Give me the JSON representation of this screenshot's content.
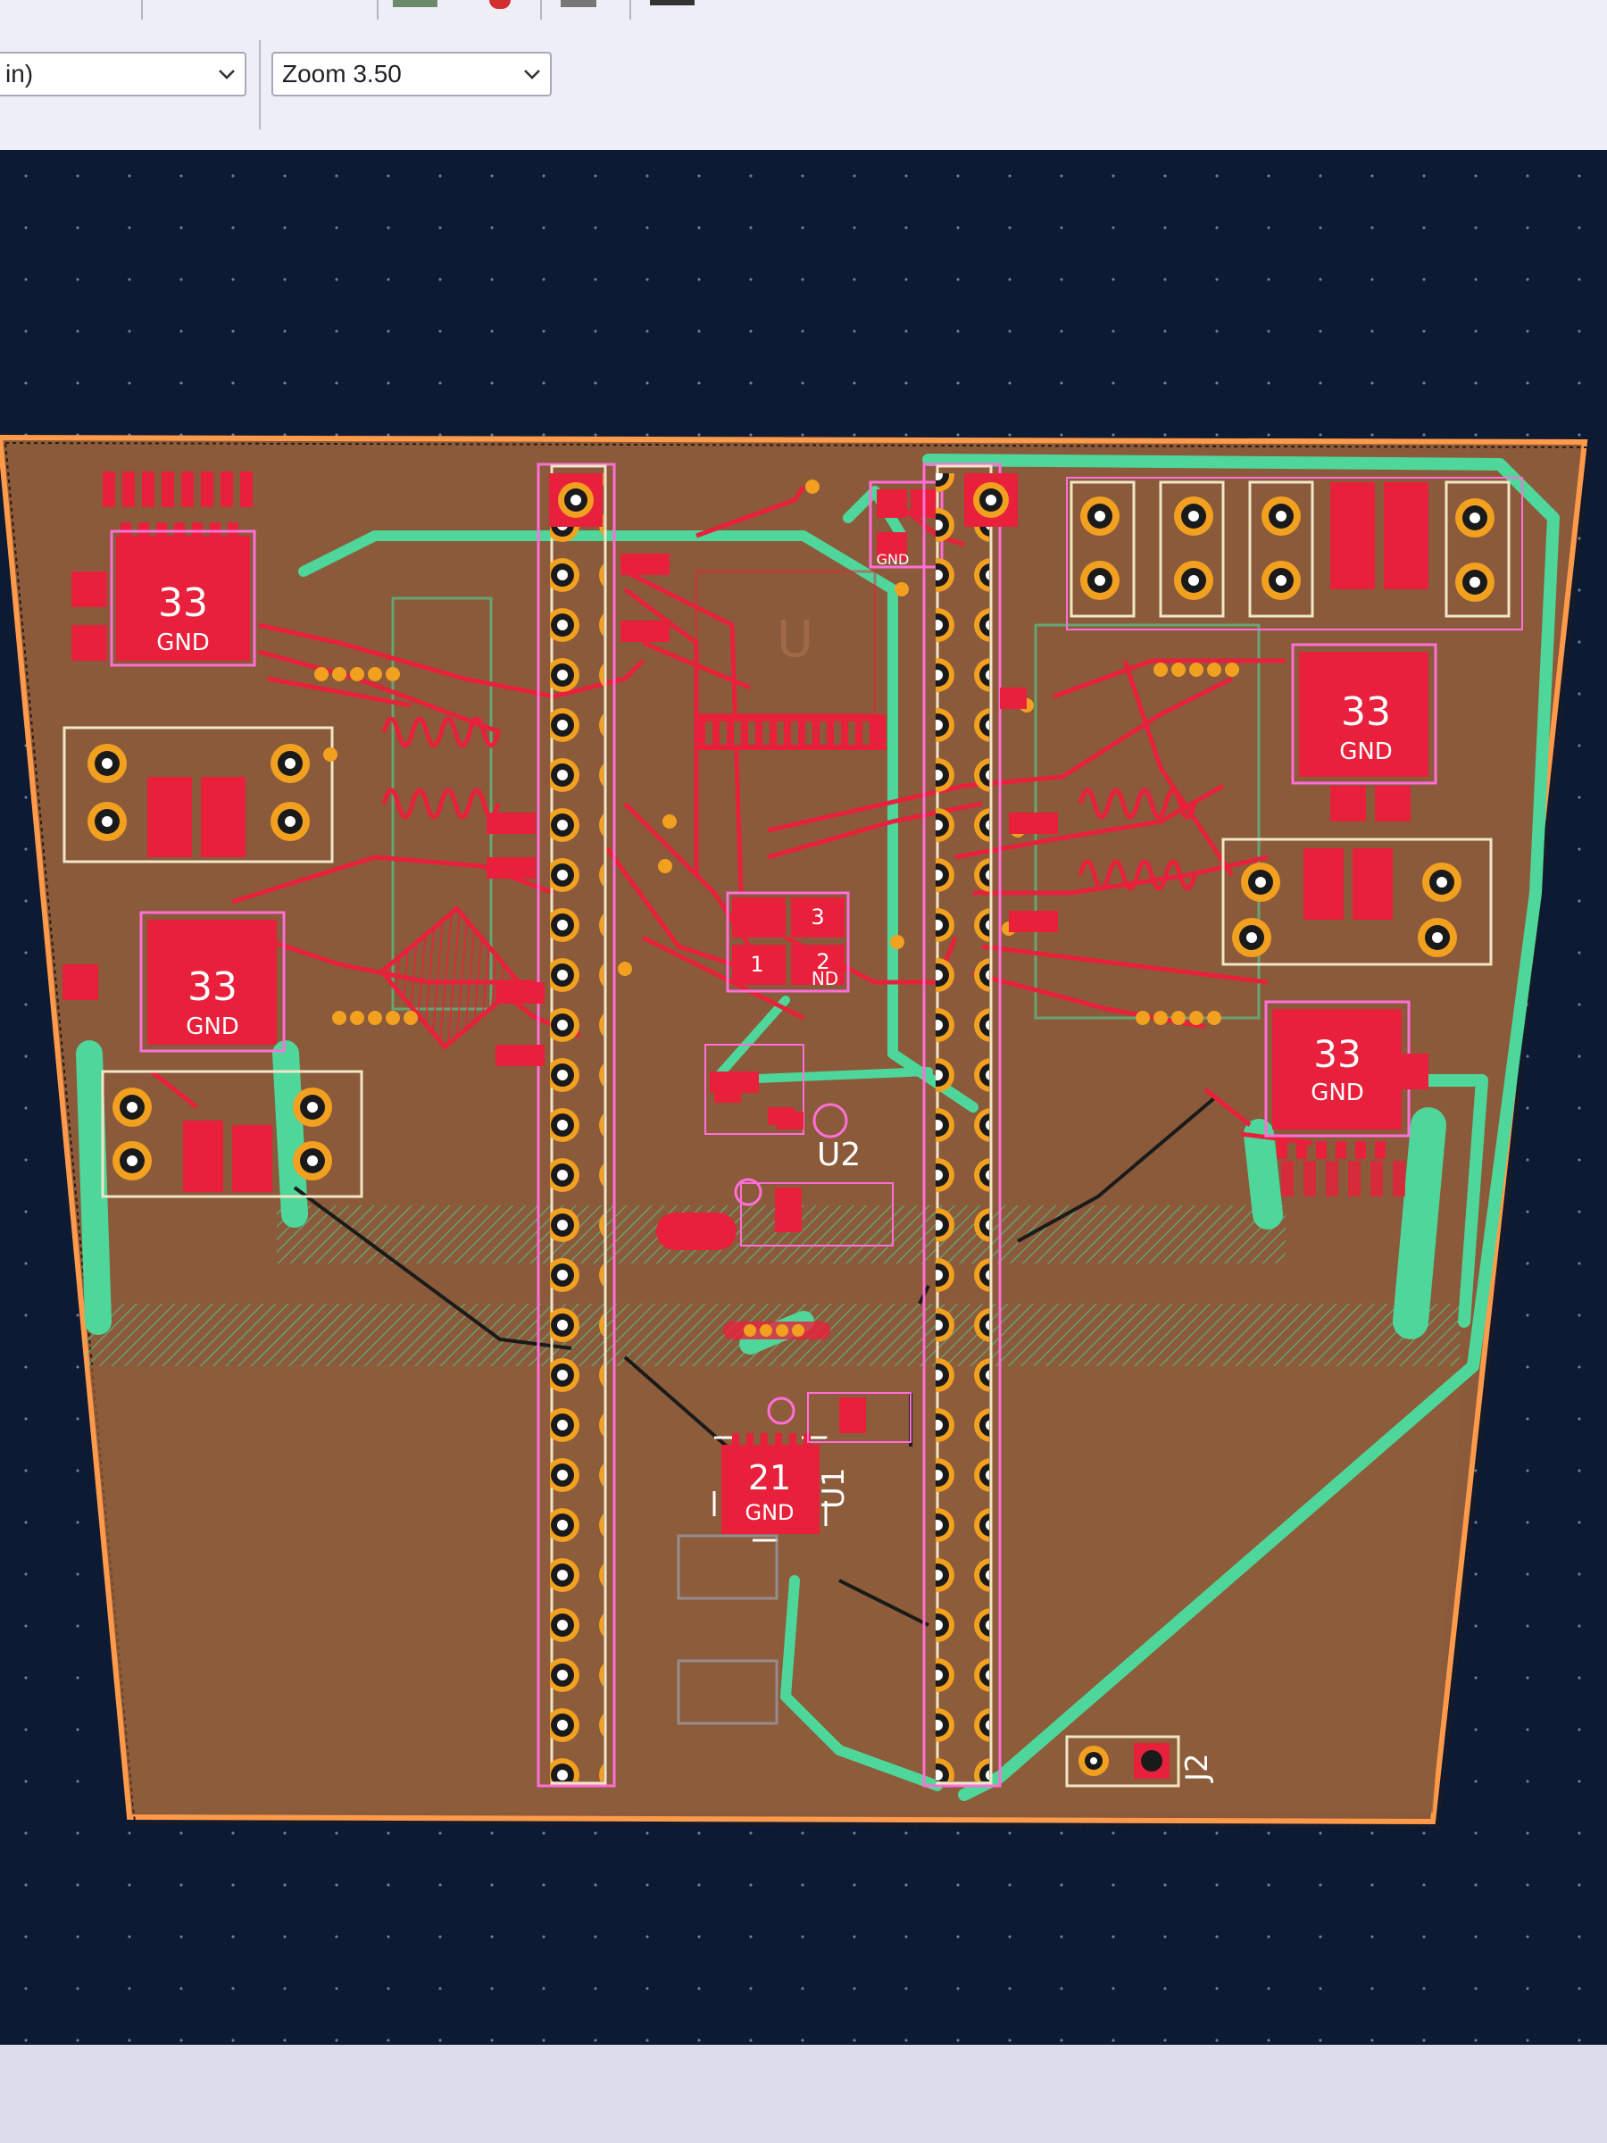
{
  "toolbar": {
    "grid_select": {
      "value": "in)"
    },
    "zoom_select": {
      "value": "Zoom 3.50"
    }
  },
  "board": {
    "ic_labels": [
      {
        "net": "33",
        "ref": "GND"
      },
      {
        "net": "33",
        "ref": "GND"
      },
      {
        "net": "33",
        "ref": "GND"
      },
      {
        "net": "33",
        "ref": "GND"
      },
      {
        "net": "21",
        "ref": "GND"
      }
    ],
    "designators": {
      "u1": "U1",
      "u2": "U2",
      "j2": "J2"
    },
    "center_pads": [
      "3",
      "1",
      "2"
    ],
    "center_pad_net": "ND",
    "small_ic_label": "GND",
    "silk_text": "U"
  },
  "colors": {
    "board_copper": "#8a5a3a",
    "front_copper": "#e8203c",
    "back_copper": "#4fd69a",
    "edge": "#ff9a4a",
    "background": "#0d1a33"
  }
}
